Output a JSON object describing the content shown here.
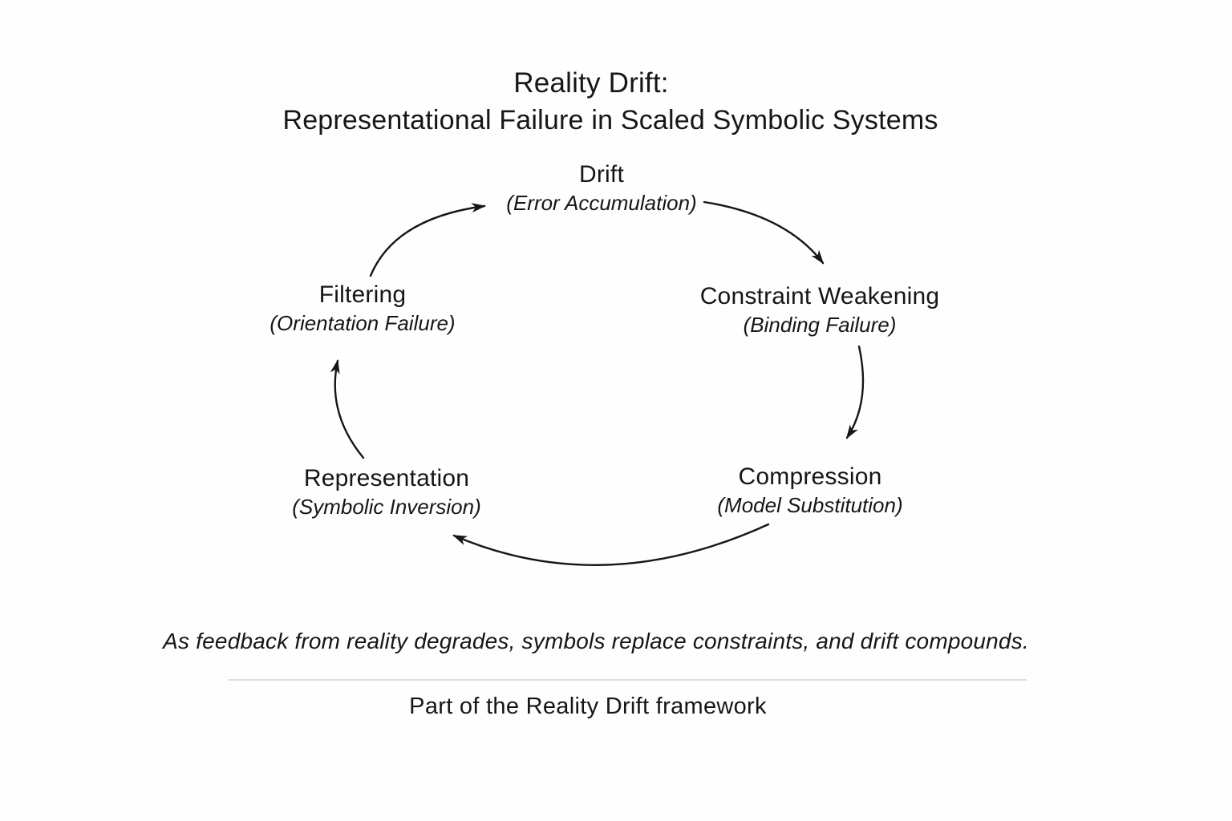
{
  "title": {
    "line1": "Reality Drift:",
    "line2": "Representational Failure in Scaled Symbolic Systems"
  },
  "nodes": [
    {
      "id": "drift",
      "label": "Drift",
      "sublabel": "(Error Accumulation)"
    },
    {
      "id": "constraint-weakening",
      "label": "Constraint Weakening",
      "sublabel": "(Binding Failure)"
    },
    {
      "id": "compression",
      "label": "Compression",
      "sublabel": "(Model Substitution)"
    },
    {
      "id": "representation",
      "label": "Representation",
      "sublabel": "(Symbolic Inversion)"
    },
    {
      "id": "filtering",
      "label": "Filtering",
      "sublabel": "(Orientation Failure)"
    }
  ],
  "edges": [
    {
      "from": "Drift",
      "to": "Constraint Weakening"
    },
    {
      "from": "Constraint Weakening",
      "to": "Compression"
    },
    {
      "from": "Compression",
      "to": "Representation"
    },
    {
      "from": "Representation",
      "to": "Filtering"
    },
    {
      "from": "Filtering",
      "to": "Drift"
    }
  ],
  "caption": "As feedback from reality degrades, symbols replace constraints, and drift compounds.",
  "footer": "Part of the Reality Drift framework",
  "colors": {
    "text": "#161616",
    "arrow": "#161616",
    "divider": "#dcdcdc",
    "background": "#fefefe"
  }
}
